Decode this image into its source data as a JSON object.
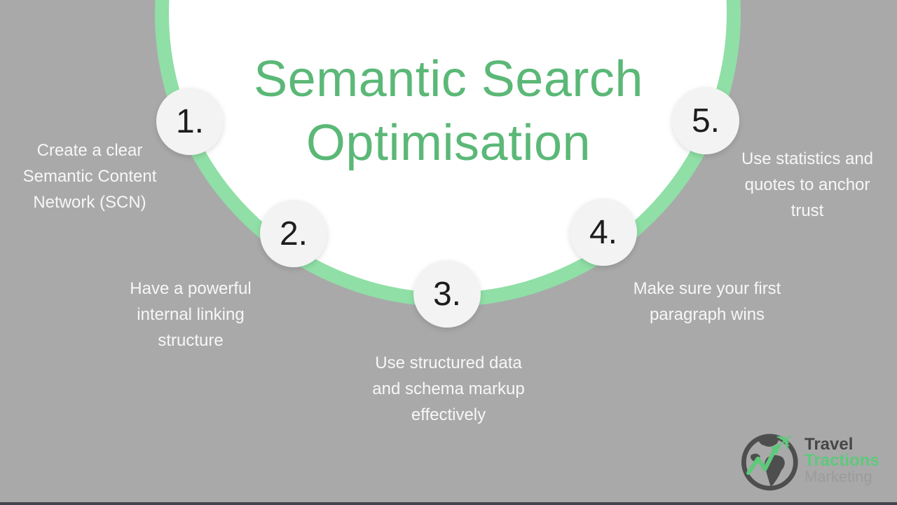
{
  "title": {
    "line1": "Semantic Search",
    "line2": "Optimisation"
  },
  "steps": [
    {
      "number": "1.",
      "lines": [
        "Create a clear",
        "Semantic Content",
        "Network (SCN)"
      ]
    },
    {
      "number": "2.",
      "lines": [
        "Have a powerful",
        "internal linking",
        "structure"
      ]
    },
    {
      "number": "3.",
      "lines": [
        "Use structured data",
        "and schema markup",
        "effectively"
      ]
    },
    {
      "number": "4.",
      "lines": [
        "Make sure your first",
        "paragraph wins"
      ]
    },
    {
      "number": "5.",
      "lines": [
        "Use statistics and",
        "quotes to anchor",
        "trust"
      ]
    }
  ],
  "logo": {
    "word1": "Travel",
    "word2": "Tractions",
    "word3": "Marketing",
    "icons": [
      "globe-icon",
      "trend-arrow-icon",
      "plane-icon"
    ],
    "plane_glyph": "✈"
  },
  "colors": {
    "background_gray": "#a9a9aa",
    "arc_green": "#90dfa6",
    "title_green": "#5bb877",
    "circle_fill": "#f3f3f4",
    "number_color": "#1d1d1d",
    "text_white": "#f7f7f7",
    "logo_green": "#5ec97b",
    "logo_dark": "#4e4e4e",
    "bottom_bar": "#43434b"
  }
}
